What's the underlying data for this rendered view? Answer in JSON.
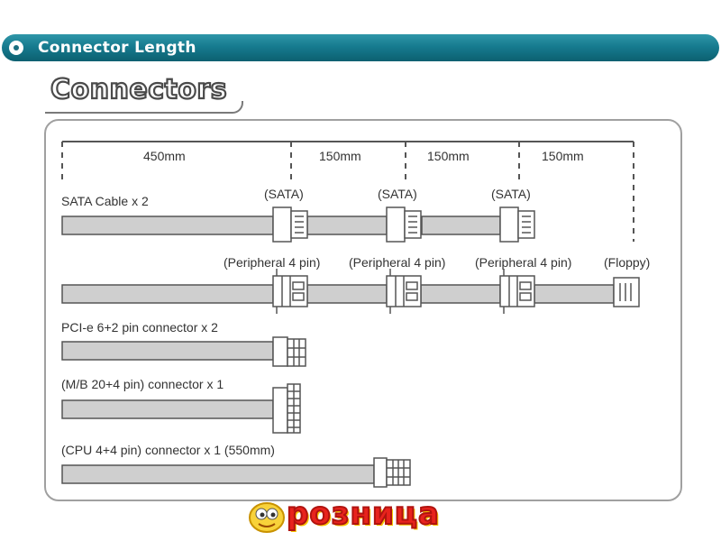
{
  "header": {
    "title": "Connector Length"
  },
  "section": {
    "title": "Connectors"
  },
  "diagram": {
    "dimensions": [
      "450mm",
      "150mm",
      "150mm",
      "150mm"
    ],
    "cables": [
      {
        "label": "SATA Cable x 2",
        "connectors": [
          "(SATA)",
          "(SATA)",
          "(SATA)"
        ]
      },
      {
        "label": "",
        "connectors": [
          "(Peripheral 4 pin)",
          "(Peripheral 4 pin)",
          "(Peripheral 4 pin)",
          "(Floppy)"
        ]
      },
      {
        "label": "PCI-e 6+2 pin connector x 2",
        "connectors": []
      },
      {
        "label": "(M/B 20+4 pin) connector x 1",
        "connectors": []
      },
      {
        "label": "(CPU 4+4 pin) connector x 1 (550mm)",
        "connectors": []
      }
    ]
  },
  "logo": {
    "text": "розница"
  },
  "colors": {
    "header": "#167b8f",
    "cable": "#cfcfcf",
    "outline": "#555555",
    "logo": "#e8231d"
  }
}
